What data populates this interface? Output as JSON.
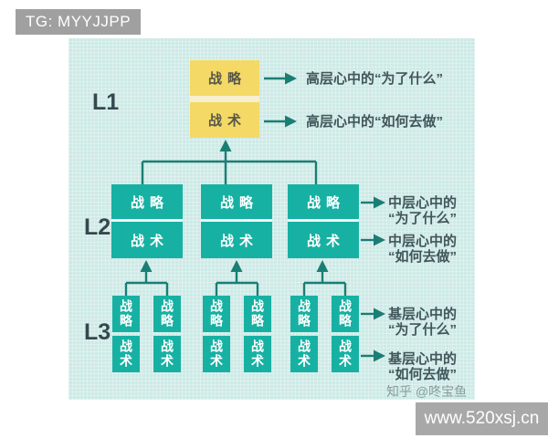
{
  "header_badge": {
    "text": "TG: MYYJJPP"
  },
  "footer_badge": {
    "text": "www.520xsj.cn"
  },
  "watermark": {
    "text": "知乎 @咚宝鱼"
  },
  "labels": {
    "strategy": "战略",
    "tactic": "战术",
    "level1": "L1",
    "level2": "L2",
    "level3": "L3"
  },
  "annotations": {
    "l1_why": "高层心中的“为了什么”",
    "l1_how": "高层心中的“如何去做”",
    "l2_why_line1": "中层心中的",
    "l2_why_line2": "“为了什么”",
    "l2_how_line1": "中层心中的",
    "l2_how_line2": "“如何去做”",
    "l3_why_line1": "基层心中的",
    "l3_why_line2": "“为了什么”",
    "l3_how_line1": "基层心中的",
    "l3_how_line2": "“如何去做”"
  },
  "colors": {
    "teal_box": "#17b1a3",
    "yellow_box": "#f4d967",
    "connector": "#1a7e74",
    "diagram_background": "#cdeae6",
    "badge_background": "#a0a0a0",
    "level_label_text": "#35484e",
    "annotation_text": "#41565b"
  }
}
